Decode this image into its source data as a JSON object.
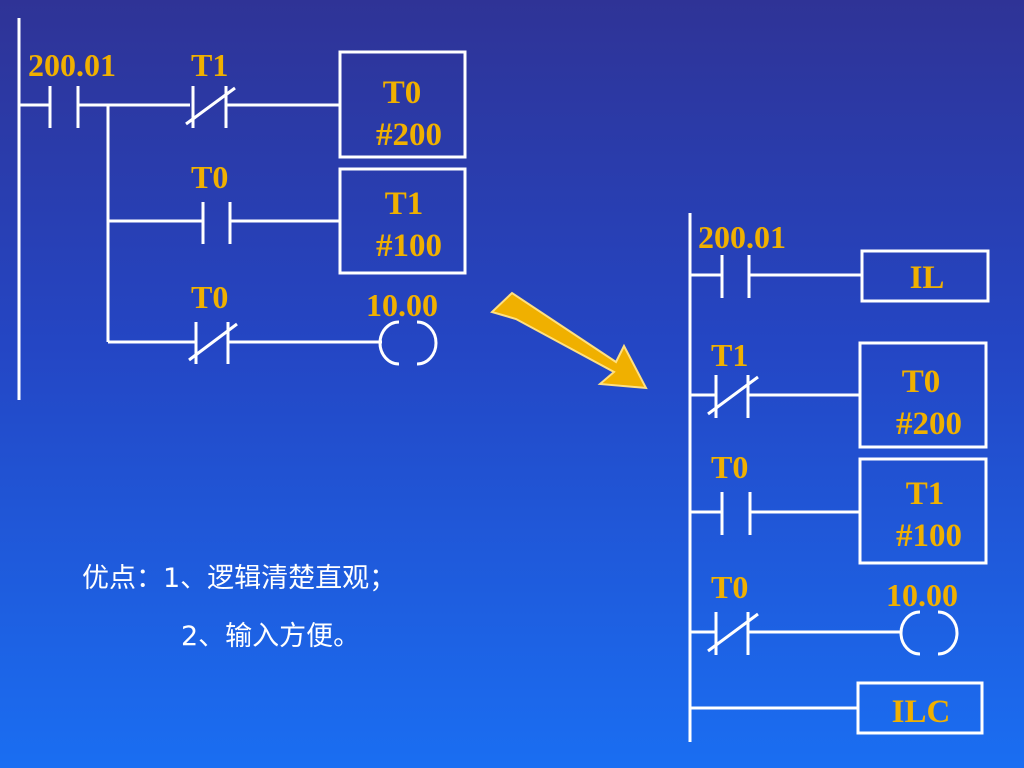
{
  "left_diagram": {
    "rung1": {
      "contact_no": "200.01",
      "contact_nc": "T1",
      "box_line1": "T0",
      "box_line2": "#200"
    },
    "rung2": {
      "contact_no": "T0",
      "box_line1": "T1",
      "box_line2": "#100"
    },
    "rung3": {
      "contact_nc": "T0",
      "coil": "10.00"
    }
  },
  "right_diagram": {
    "rung1": {
      "contact_no": "200.01",
      "box": "IL"
    },
    "rung2": {
      "contact_nc": "T1",
      "box_line1": "T0",
      "box_line2": "#200"
    },
    "rung3": {
      "contact_no": "T0",
      "box_line1": "T1",
      "box_line2": "#100"
    },
    "rung4": {
      "contact_nc": "T0",
      "coil": "10.00"
    },
    "rung5": {
      "box": "ILC"
    }
  },
  "notes": {
    "line1": "优点：1、逻辑清楚直观；",
    "line2": "2、输入方便。"
  },
  "colors": {
    "label": "#f0b000",
    "wire": "#ffffff",
    "arrow": "#f0b000"
  }
}
